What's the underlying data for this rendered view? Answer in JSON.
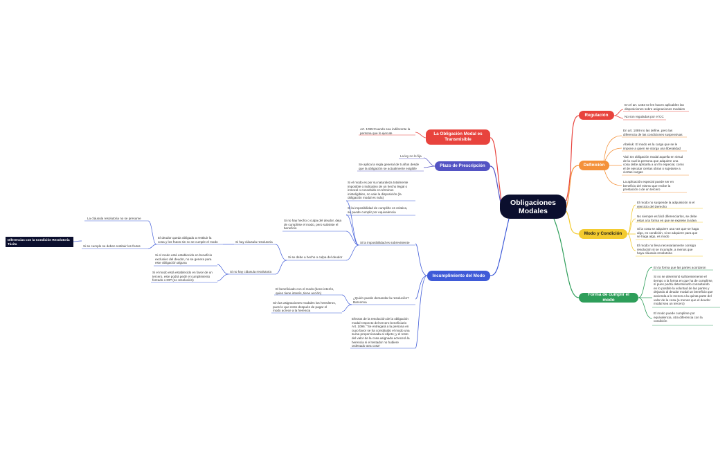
{
  "central": {
    "label": "Obligaciones\nModales"
  },
  "colors": {
    "red": "#e8433d",
    "orange": "#f4913a",
    "yellow": "#f3cb2f",
    "green": "#2e9e5a",
    "blue": "#3f5bd8",
    "purple": "#5454c4",
    "dark": "#0b0f2e"
  },
  "right": {
    "regulacion": {
      "label": "Regulación",
      "items": [
        "En el art. 1463 se les hacen aplicables las\ndisposiciones sobre asignaciones modales",
        "No son reguladas por el CC"
      ]
    },
    "definicion": {
      "label": "Definición",
      "items": [
        "En art. 1089 no las define, pero las\ndiferencia de las condiciones suspensivas",
        "Abeliuk: El modo es la carga que se le\nimpone a quien se otorga una liberalidad",
        "Vial: Es obligación modal aquella en virtud\nde la cual la persona que adquiere una\ncosa debe aplicarla a un fin especial, como\nel de ejecutar ciertas obras o sujetarse a\nciertas cargas",
        "La aplicación especial puede ser en\nbeneficio del mismo que recibe la\nprestación o de un tercero"
      ]
    },
    "modo_condicion": {
      "label": "Modo y Condición",
      "items": [
        "El modo no suspende la adquisición ni el\nejercicio del Derecho",
        "No siempre es fácil diferenciarlos, se debe\nestar a la forma en que se exprese la idea",
        "Si la cosa se adquiere una vez que se haga\nalgo, es condición, si se adquiere para que\nse haga algo, es modo",
        "El modo no lleva necesariamente consigo\nresolución si se incumple, a menos que\nhaya cláusula resolutoria"
      ]
    },
    "forma": {
      "label": "Forma de cumplir el modo",
      "items": [
        "En la forma que las partes acordaron",
        "Si no se determinó suficientemente el\ntiempo o la forma en que ha de cumplirse,\nsí pues podrá determinarlo consultando\nen lo posible la voluntad de las partes y\ndejando al deudor modal un beneficio que\nascienda a lo menos a la quinta parte del\nvalor de la cosa (a menos que el deudor\nmodal sea un tercero)",
        "El modo puede cumplirse por\nequivalencia, otra diferencia con la\ncondición"
      ]
    }
  },
  "left": {
    "transmisible": {
      "label": "La Obligación Modal es\nTransmisible",
      "items": [
        "Art. 1095:Cuando sea indiferente la\npersona que lo ejecute"
      ]
    },
    "prescripcion": {
      "label": "Plazo de Prescripción",
      "items": [
        "La ley no lo fija",
        "Se aplica la regla general de 5 años desde\nque la obligación se actualmente exigible"
      ]
    },
    "incumplimiento": {
      "label": "Incumplimiento del Modo",
      "imposibilidad": {
        "label": "Si la imposibilidad es sobreviniente",
        "items": [
          "Si el modo es por su naturaleza totalmente\nimposible o indicativo de un hecho ilegal o\ninmoral o concebido en términos\nininteligibles, no vale la disposición (la\nobligación modal es nula)",
          "Si la imposibilidad de cumplirlo es relativa,\nse puede cumplir por equivalencia",
          "Si no hay hecho o culpa del deudor, deja\nde cumplirse el modo, pero subsiste el\nbeneficio"
        ],
        "culpa": {
          "label": "Si se debe a hecho o culpa del deudor",
          "clausula": {
            "label": "Si hay cláusula resolutoria",
            "text": "El deudor queda obligado a restituir la\ncosa y los frutos sin no se cumple el modo",
            "items": [
              "La cláusula resolutoria no se presume",
              "Si se cumple se deben restituir los frutos"
            ],
            "note": "Diferencias con la Condición Resolutoria\nTácita"
          },
          "sin_clausula": {
            "label": "Si no hay cláusula resolutoria",
            "items": [
              "Si el modo está establecido en beneficio\nexclusivo del deudor, no se genera para\neste obligación alguna",
              "Si el modo está establecido en favor de un\ntercero, este podrá pedir el cumplimiento\nforzado o IDP (no resolución)"
            ]
          }
        }
      },
      "demandar": {
        "label": "¿Quién puede demandar la resolución?\nBarcenna",
        "items": [
          "El beneficiado con el modo (tiene interés,\nquien tiene interés, tiene acción)",
          "Sin las asignaciones modales los herederos,\npues lo que reste después de pagar el\nmodo acrece a la herencia"
        ]
      },
      "efectos": "Efectos de la resolución de la obligación\nmodal respecto del tercero beneficiario\nArt. 1096: \"Se entregará a la persona en\ncuyo favor se ha constituido el modo una\nsuma proporcionada al objeto; y el resto\ndel valor de la cosa asignada acrecerá la\nherencia si el testador no hubiere\nordenado otra cosa\""
    }
  }
}
